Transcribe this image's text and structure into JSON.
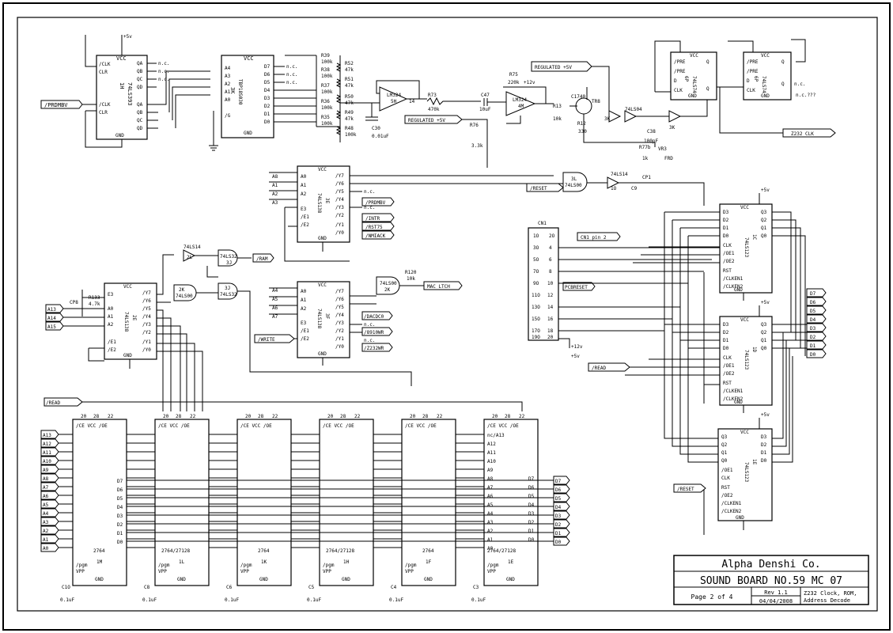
{
  "title_block": {
    "company": "Alpha Denshi Co.",
    "board": "SOUND BOARD NO.59 MC 07",
    "page": "Page 2 of 4",
    "rev": "Rev 1.1",
    "date": "04/04/2008",
    "desc1": "Z232 Clock, ROM,",
    "desc2": "Address Decode"
  },
  "labels": {
    "prdmbv": "/PRDMBV",
    "regulated1": "REGULATED +5V",
    "regulated2": "REGULATED +5V",
    "reset1": "/RESET",
    "reset2": "/RESET",
    "ram": "/RAM",
    "mac": "MAC LTCH",
    "write": "/WRITE",
    "read1": "/READ",
    "read2": "/READ",
    "z232clk": "Z232 CLK",
    "cn1pin2": "CN1 pin 2",
    "pcbreset": "PCBRESET",
    "a13": "A13",
    "a14": "A14",
    "a15": "A15",
    "intr": "/INTR",
    "rst75": "/RST75",
    "nmiack": "/NMIACK",
    "dacdc0": "/DACDC0",
    "ay8910": "/8910WR",
    "z232wr": "/Z232WR",
    "prdmbv2": "/PRDMBV"
  },
  "chips": {
    "c1": {
      "name": "74LS393",
      "ref": "1H"
    },
    "c2": {
      "name": "TBP18S030",
      "ref": "3K"
    },
    "c3": {
      "name": "LM324",
      "ref": "5H"
    },
    "c4": {
      "name": "LM324",
      "ref": "4M"
    },
    "c5": {
      "name": "74LS74",
      "ref": "6P"
    },
    "c6": {
      "name": "74LS74",
      "ref": "6P"
    },
    "c7": {
      "name": "74LS138",
      "ref": "3E"
    },
    "c8": {
      "name": "74LS138",
      "ref": "3F"
    },
    "c9": {
      "name": "74LS138",
      "ref": "2E"
    },
    "c10": {
      "name": "74LS123",
      "ref": "1C"
    },
    "c11": {
      "name": "74LS123",
      "ref": "1D"
    },
    "c12": {
      "name": "74LS123",
      "ref": "1E"
    }
  },
  "roms": [
    {
      "type": "2764",
      "ref": "1M"
    },
    {
      "type": "2764/27128",
      "ref": "1L"
    },
    {
      "type": "2764",
      "ref": "1K"
    },
    {
      "type": "2764/27128",
      "ref": "1H"
    },
    {
      "type": "2764",
      "ref": "1F"
    },
    {
      "type": "2764/27128",
      "ref": "1E"
    }
  ],
  "addr_pins": [
    "A13",
    "A12",
    "A11",
    "A10",
    "A9",
    "A8",
    "A7",
    "A6",
    "A5",
    "A4",
    "A3",
    "A2",
    "A1",
    "A0"
  ],
  "data_pins": [
    "D7",
    "D6",
    "D5",
    "D4",
    "D3",
    "D2",
    "D1",
    "D0"
  ],
  "resistors": {
    "r39": "R39",
    "r38": "R38",
    "r37": "R37",
    "r36": "R36",
    "r35": "R35",
    "r52": "R52",
    "r51": "R51",
    "r50": "R50",
    "r49": "R49",
    "r48": "R48",
    "r73": "R73",
    "r75": "R75",
    "r76": "R76",
    "r13": "R13",
    "r12": "R12",
    "r77": "R77b",
    "r120": "R120",
    "r133": "R133"
  }
}
